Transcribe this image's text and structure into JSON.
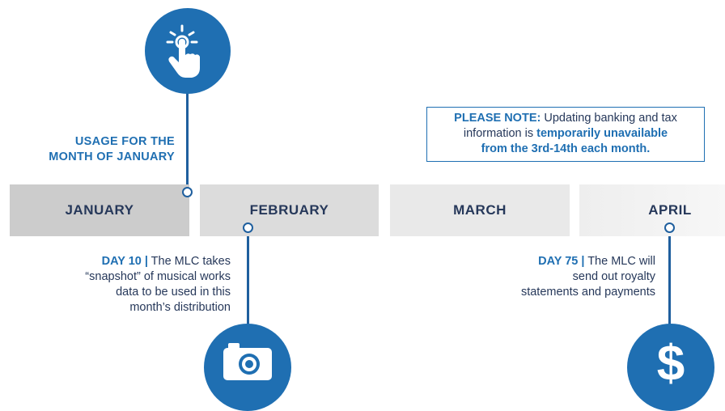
{
  "usage_label": [
    "USAGE FOR THE",
    "MONTH OF JANUARY"
  ],
  "months": [
    "JANUARY",
    "FEBRUARY",
    "MARCH",
    "APRIL"
  ],
  "note": {
    "heading": "PLEASE NOTE:",
    "text_1": " Updating banking and tax",
    "text_2": "information is ",
    "highlight_1": "temporarily unavailable",
    "highlight_2": "from the 3rd-14th each month."
  },
  "day10": {
    "label": "DAY 10 |",
    "line_1": " The MLC takes",
    "line_2": "“snapshot” of musical works",
    "line_3": "data to be used in this",
    "line_4": "month’s distribution"
  },
  "day75": {
    "label": "DAY 75 |",
    "line_1": " The MLC will",
    "line_2": "send out royalty",
    "line_3": "statements and payments"
  },
  "icons": {
    "tap": "tap-icon",
    "camera": "camera-icon",
    "dollar": "dollar-icon"
  },
  "colors": {
    "accent": "#1f6fb2",
    "text": "#26385a",
    "month_bar_1": "#cccccc",
    "month_bar_2": "#dcdcdc",
    "month_bar_3": "#e8e8e8",
    "month_bar_4": "#f1f1f1"
  }
}
